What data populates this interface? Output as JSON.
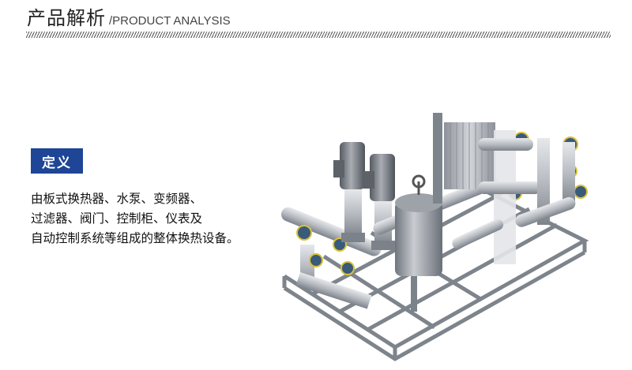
{
  "header": {
    "title_cn": "产品解析",
    "title_en": "/PRODUCT ANALYSIS"
  },
  "definition": {
    "badge": "定义",
    "lines": [
      "由板式换热器、水泵、变频器、",
      "过滤器、阀门、控制柜、仪表及",
      "自动控制系统等组成的整体换热设备。"
    ]
  },
  "colors": {
    "badge_bg": "#1e4596",
    "pipe": "#b8bcc2",
    "frame": "#9aa0a8",
    "valve": "#3a5a7a"
  }
}
